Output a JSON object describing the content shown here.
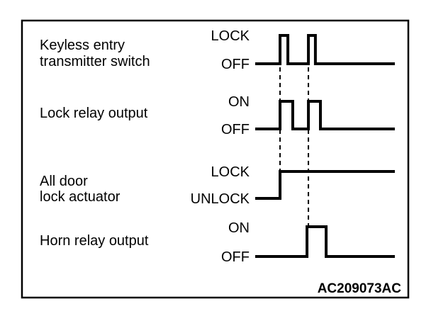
{
  "figure": {
    "type": "timing-diagram",
    "code": "AC209073AC",
    "colors": {
      "line": "#000000",
      "background": "#ffffff"
    },
    "signals": [
      {
        "name_lines": [
          "Keyless entry",
          "transmitter switch"
        ],
        "high_label": "LOCK",
        "low_label": "OFF",
        "wave": [
          {
            "t": 0,
            "level": "low"
          },
          {
            "t": 0.178,
            "level": "high"
          },
          {
            "t": 0.234,
            "level": "low"
          },
          {
            "t": 0.381,
            "level": "high"
          },
          {
            "t": 0.431,
            "level": "low"
          }
        ]
      },
      {
        "name_lines": [
          "Lock relay output"
        ],
        "high_label": "ON",
        "low_label": "OFF",
        "wave": [
          {
            "t": 0,
            "level": "low"
          },
          {
            "t": 0.178,
            "level": "high"
          },
          {
            "t": 0.269,
            "level": "low"
          },
          {
            "t": 0.381,
            "level": "high"
          },
          {
            "t": 0.467,
            "level": "low"
          }
        ]
      },
      {
        "name_lines": [
          "All door",
          "lock actuator"
        ],
        "high_label": "LOCK",
        "low_label": "UNLOCK",
        "wave": [
          {
            "t": 0,
            "level": "low"
          },
          {
            "t": 0.178,
            "level": "high"
          }
        ]
      },
      {
        "name_lines": [
          "Horn relay output"
        ],
        "high_label": "ON",
        "low_label": "OFF",
        "wave": [
          {
            "t": 0,
            "level": "low"
          },
          {
            "t": 0.371,
            "level": "high"
          },
          {
            "t": 0.508,
            "level": "low"
          }
        ]
      }
    ],
    "event_markers": [
      {
        "t": 0.178
      },
      {
        "t": 0.381
      }
    ]
  }
}
